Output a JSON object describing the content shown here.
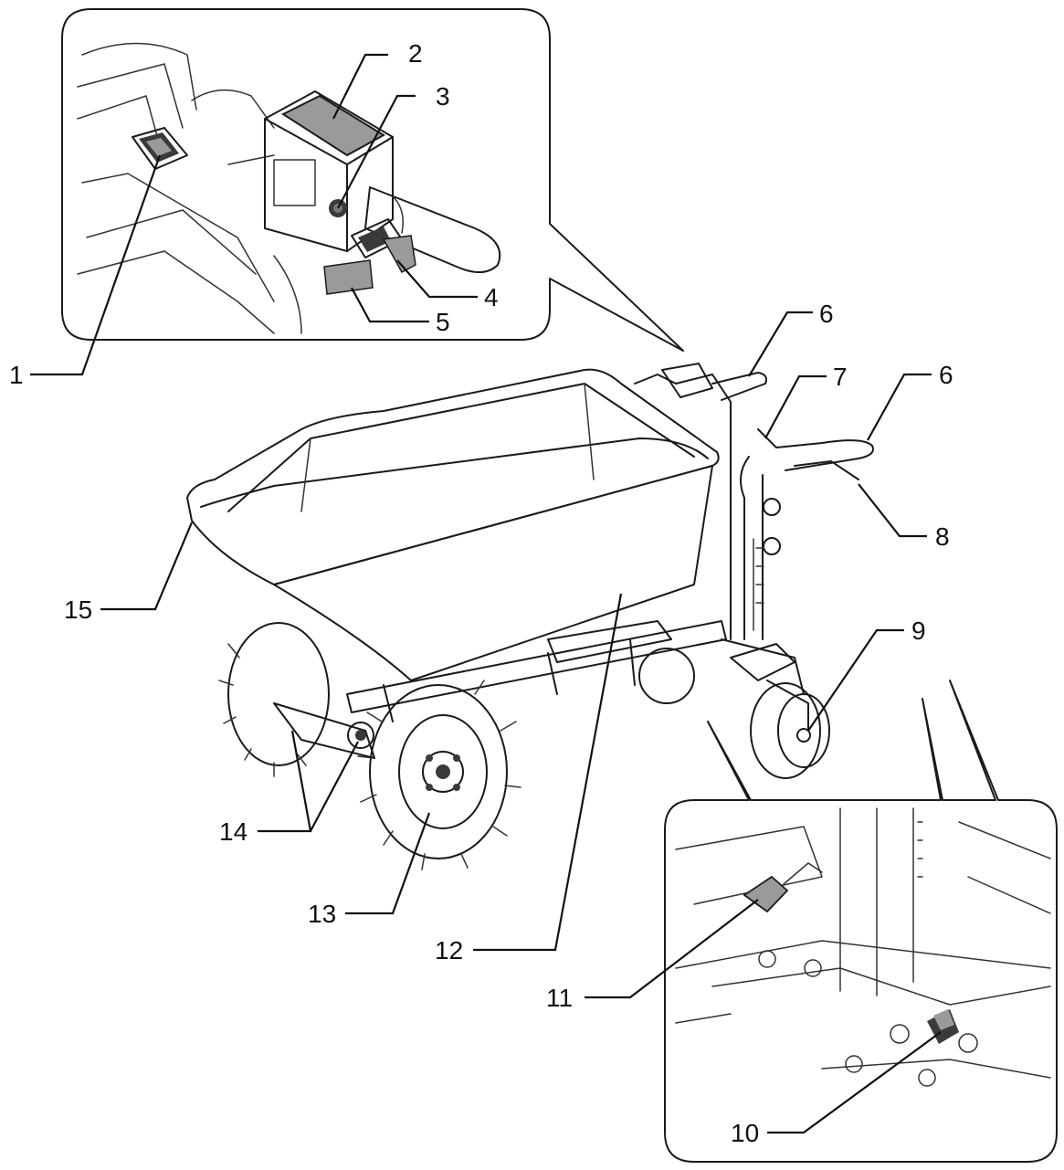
{
  "colors": {
    "line": "#1a1a1a",
    "panel_gray": "#9a9a9a",
    "dark_part": "#3a3a3a",
    "background": "#ffffff"
  },
  "callouts": [
    {
      "id": "1",
      "label": "1"
    },
    {
      "id": "2",
      "label": "2"
    },
    {
      "id": "3",
      "label": "3"
    },
    {
      "id": "4",
      "label": "4"
    },
    {
      "id": "5",
      "label": "5"
    },
    {
      "id": "6a",
      "label": "6"
    },
    {
      "id": "6b",
      "label": "6"
    },
    {
      "id": "7",
      "label": "7"
    },
    {
      "id": "8",
      "label": "8"
    },
    {
      "id": "9",
      "label": "9"
    },
    {
      "id": "10",
      "label": "10"
    },
    {
      "id": "11",
      "label": "11"
    },
    {
      "id": "12",
      "label": "12"
    },
    {
      "id": "13",
      "label": "13"
    },
    {
      "id": "14",
      "label": "14"
    },
    {
      "id": "15",
      "label": "15"
    }
  ]
}
